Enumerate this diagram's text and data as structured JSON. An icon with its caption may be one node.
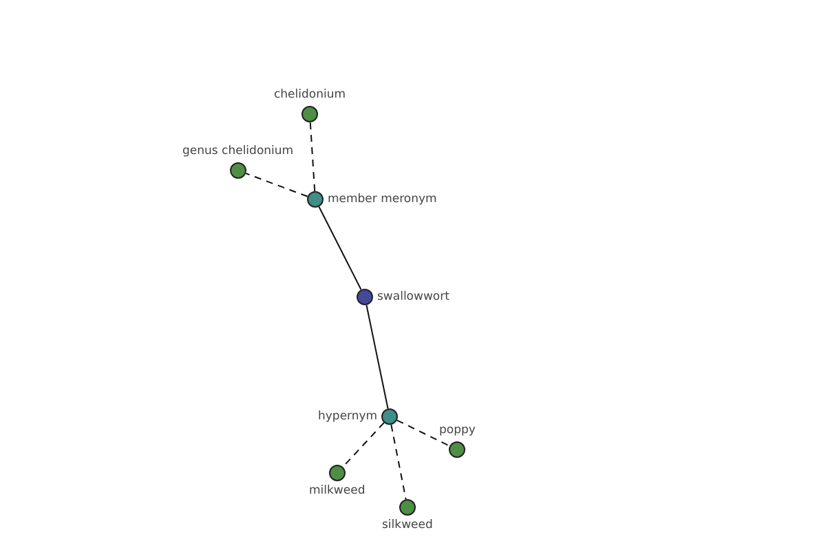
{
  "diagram": {
    "nodes": [
      {
        "text": [
          "chelidonium"
        ]
      },
      {
        "text": [
          "genus chelidonium"
        ]
      },
      {
        "text": [
          "member meronym"
        ]
      },
      {
        "text": [
          "swallowwort"
        ]
      },
      {
        "text": [
          "hypernym"
        ]
      },
      {
        "text": [
          "poppy"
        ]
      },
      {
        "text": [
          "milkweed"
        ]
      },
      {
        "text": [
          "silkweed"
        ]
      }
    ],
    "edges": [
      {
        "from": 2,
        "to": 0,
        "arrow": "none",
        "style": "dashed"
      },
      {
        "from": 2,
        "to": 1,
        "arrow": "none",
        "style": "dashed"
      },
      {
        "from": 3,
        "to": 2,
        "arrow": "none"
      },
      {
        "from": 3,
        "to": 4,
        "arrow": "none"
      },
      {
        "from": 4,
        "to": 5,
        "arrow": "none",
        "style": "dashed"
      },
      {
        "from": 4,
        "to": 6,
        "arrow": "none",
        "style": "dashed"
      },
      {
        "from": 4,
        "to": 7,
        "arrow": "none",
        "style": "dashed"
      }
    ]
  }
}
